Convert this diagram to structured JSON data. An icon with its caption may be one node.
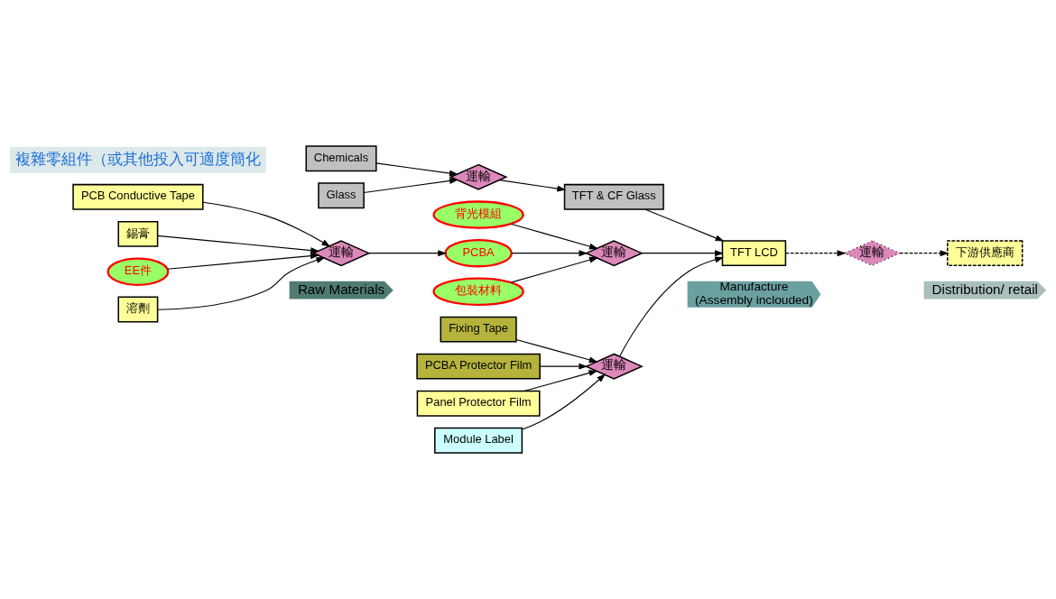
{
  "diagram": {
    "nodes": [
      {
        "text": [
          "Raw Materials"
        ]
      },
      {
        "text": [
          "Manufacture",
          "(Assembly inclouded)"
        ]
      },
      {
        "text": [
          "Distribution/ retail"
        ]
      },
      {
        "text": [
          "Chemicals"
        ]
      },
      {
        "text": [
          "Glass"
        ]
      },
      {
        "text": [
          "運輸"
        ]
      },
      {
        "text": [
          "TFT & CF Glass"
        ]
      },
      {
        "text": [
          "背光模組"
        ]
      },
      {
        "text": [
          "運輸"
        ]
      },
      {
        "text": [
          "TFT LCD"
        ]
      },
      {
        "text": [
          "運輸"
        ]
      },
      {
        "text": [
          "下游供應商"
        ]
      },
      {
        "text": [
          "Fixing Tape"
        ]
      },
      {
        "text": [
          "PCBA Protector Film"
        ]
      },
      {
        "text": [
          "Panel Protector Film"
        ]
      },
      {
        "text": [
          "Module Label"
        ]
      },
      {
        "text": [
          "運輸"
        ]
      },
      {
        "text": [
          "PCB Conductive Tape"
        ]
      },
      {
        "text": [
          "錫膏"
        ]
      },
      {
        "text": [
          "EE件"
        ]
      },
      {
        "text": [
          "溶劑"
        ]
      },
      {
        "text": [
          "運輸"
        ]
      },
      {
        "text": [
          "PCBA"
        ]
      },
      {
        "text": [
          "包裝材料"
        ]
      },
      {
        "text": [
          "複雜零組件（或其他投入可適度簡化"
        ]
      }
    ],
    "edges": [
      {
        "from": 3,
        "to": 5,
        "arrow": "to"
      },
      {
        "from": 4,
        "to": 5,
        "arrow": "to"
      },
      {
        "from": 5,
        "to": 6,
        "arrow": "to"
      },
      {
        "from": 6,
        "to": 9,
        "arrow": "to"
      },
      {
        "from": 7,
        "to": 8,
        "arrow": "to"
      },
      {
        "from": 8,
        "to": 9,
        "arrow": "to"
      },
      {
        "from": 9,
        "to": 10,
        "arrow": "to",
        "style": "dashed"
      },
      {
        "from": 10,
        "to": 11,
        "arrow": "to",
        "style": "dashed"
      },
      {
        "from": 12,
        "to": 16,
        "arrow": "to"
      },
      {
        "from": 13,
        "to": 16,
        "arrow": "to"
      },
      {
        "from": 14,
        "to": 16,
        "arrow": "to"
      },
      {
        "from": 15,
        "to": 16,
        "arrow": "to"
      },
      {
        "from": 16,
        "to": 9,
        "arrow": "to"
      },
      {
        "from": 17,
        "to": 21,
        "arrow": "to"
      },
      {
        "from": 18,
        "to": 21,
        "arrow": "to"
      },
      {
        "from": 19,
        "to": 21,
        "arrow": "to"
      },
      {
        "from": 20,
        "to": 21,
        "arrow": "to"
      },
      {
        "from": 21,
        "to": 22,
        "arrow": "to"
      },
      {
        "from": 22,
        "to": 8,
        "arrow": "to"
      },
      {
        "from": 23,
        "to": 8,
        "arrow": "to"
      }
    ]
  }
}
